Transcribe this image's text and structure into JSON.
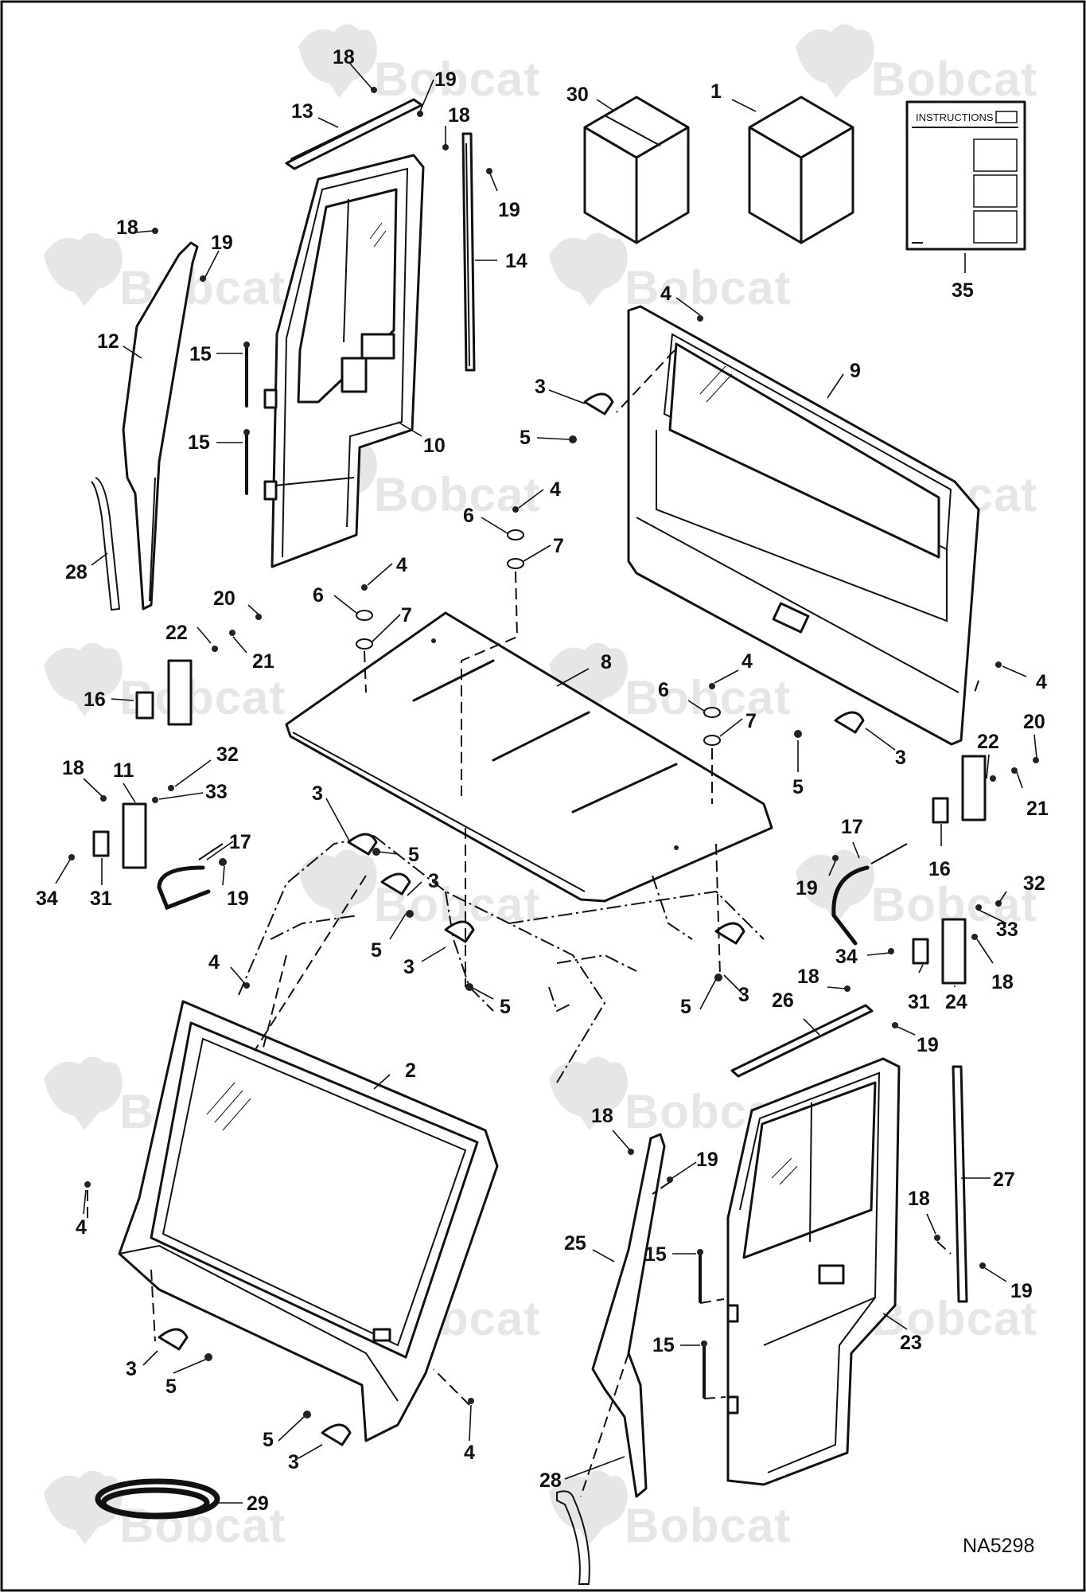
{
  "watermark": {
    "brand": "Bobcat",
    "color": "#e6e6e6",
    "icon": "bobcat-head-logo"
  },
  "drawing_id": "NA5298",
  "instructions": {
    "label": "INSTRUCTIONS"
  },
  "callouts": [
    {
      "id": "c18a",
      "text": "18"
    },
    {
      "id": "c19a",
      "text": "19"
    },
    {
      "id": "c13",
      "text": "13"
    },
    {
      "id": "c18b",
      "text": "18"
    },
    {
      "id": "c19b",
      "text": "19"
    },
    {
      "id": "c14",
      "text": "14"
    },
    {
      "id": "c30",
      "text": "30"
    },
    {
      "id": "c1",
      "text": "1"
    },
    {
      "id": "c35",
      "text": "35"
    },
    {
      "id": "c18c",
      "text": "18"
    },
    {
      "id": "c19c",
      "text": "19"
    },
    {
      "id": "c12",
      "text": "12"
    },
    {
      "id": "c15a",
      "text": "15"
    },
    {
      "id": "c15b",
      "text": "15"
    },
    {
      "id": "c10",
      "text": "10"
    },
    {
      "id": "c28a",
      "text": "28"
    },
    {
      "id": "c4a",
      "text": "4"
    },
    {
      "id": "c9",
      "text": "9"
    },
    {
      "id": "c3a",
      "text": "3"
    },
    {
      "id": "c5a",
      "text": "5"
    },
    {
      "id": "c4b",
      "text": "4"
    },
    {
      "id": "c6a",
      "text": "6"
    },
    {
      "id": "c7a",
      "text": "7"
    },
    {
      "id": "c4c",
      "text": "4"
    },
    {
      "id": "c6b",
      "text": "6"
    },
    {
      "id": "c7b",
      "text": "7"
    },
    {
      "id": "c20a",
      "text": "20"
    },
    {
      "id": "c22a",
      "text": "22"
    },
    {
      "id": "c21a",
      "text": "21"
    },
    {
      "id": "c16a",
      "text": "16"
    },
    {
      "id": "c8",
      "text": "8"
    },
    {
      "id": "c4d",
      "text": "4"
    },
    {
      "id": "c6c",
      "text": "6"
    },
    {
      "id": "c7c",
      "text": "7"
    },
    {
      "id": "c4e",
      "text": "4"
    },
    {
      "id": "c3b",
      "text": "3"
    },
    {
      "id": "c5b",
      "text": "5"
    },
    {
      "id": "c22b",
      "text": "22"
    },
    {
      "id": "c20b",
      "text": "20"
    },
    {
      "id": "c21b",
      "text": "21"
    },
    {
      "id": "c18d",
      "text": "18"
    },
    {
      "id": "c11",
      "text": "11"
    },
    {
      "id": "c32a",
      "text": "32"
    },
    {
      "id": "c33a",
      "text": "33"
    },
    {
      "id": "c17a",
      "text": "17"
    },
    {
      "id": "c19d",
      "text": "19"
    },
    {
      "id": "c34a",
      "text": "34"
    },
    {
      "id": "c31a",
      "text": "31"
    },
    {
      "id": "c3c",
      "text": "3"
    },
    {
      "id": "c5c",
      "text": "5"
    },
    {
      "id": "c3d",
      "text": "3"
    },
    {
      "id": "c5d",
      "text": "5"
    },
    {
      "id": "c3e",
      "text": "3"
    },
    {
      "id": "c5e",
      "text": "5"
    },
    {
      "id": "c17b",
      "text": "17"
    },
    {
      "id": "c19e",
      "text": "19"
    },
    {
      "id": "c16b",
      "text": "16"
    },
    {
      "id": "c32b",
      "text": "32"
    },
    {
      "id": "c33b",
      "text": "33"
    },
    {
      "id": "c34b",
      "text": "34"
    },
    {
      "id": "c18e",
      "text": "18"
    },
    {
      "id": "c31b",
      "text": "31"
    },
    {
      "id": "c24",
      "text": "24"
    },
    {
      "id": "c4f",
      "text": "4"
    },
    {
      "id": "c5f",
      "text": "5"
    },
    {
      "id": "c3f",
      "text": "3"
    },
    {
      "id": "c18f",
      "text": "18"
    },
    {
      "id": "c26",
      "text": "26"
    },
    {
      "id": "c19f",
      "text": "19"
    },
    {
      "id": "c2",
      "text": "2"
    },
    {
      "id": "c4g",
      "text": "4"
    },
    {
      "id": "c18g",
      "text": "18"
    },
    {
      "id": "c19g",
      "text": "19"
    },
    {
      "id": "c27",
      "text": "27"
    },
    {
      "id": "c25",
      "text": "25"
    },
    {
      "id": "c15c",
      "text": "15"
    },
    {
      "id": "c18h",
      "text": "18"
    },
    {
      "id": "c19h",
      "text": "19"
    },
    {
      "id": "c15d",
      "text": "15"
    },
    {
      "id": "c23",
      "text": "23"
    },
    {
      "id": "c3g",
      "text": "3"
    },
    {
      "id": "c5g",
      "text": "5"
    },
    {
      "id": "c5h",
      "text": "5"
    },
    {
      "id": "c3h",
      "text": "3"
    },
    {
      "id": "c4h",
      "text": "4"
    },
    {
      "id": "c28b",
      "text": "28"
    },
    {
      "id": "c29",
      "text": "29"
    }
  ]
}
